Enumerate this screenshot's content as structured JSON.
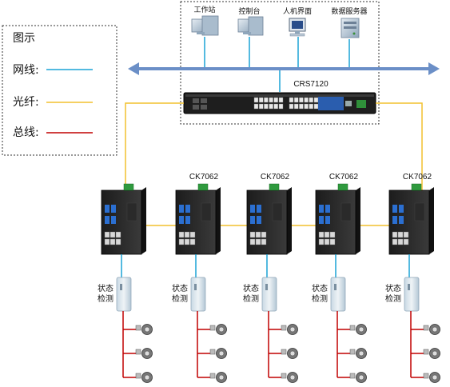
{
  "legend": {
    "title": "图示",
    "items": [
      {
        "label": "网线:",
        "color": "#1aa3d6"
      },
      {
        "label": "光纤:",
        "color": "#f2c12e"
      },
      {
        "label": "总线:",
        "color": "#c00000"
      }
    ]
  },
  "top_devices": [
    {
      "label": "工作站",
      "icon": "workstation-icon"
    },
    {
      "label": "控制台",
      "icon": "console-icon"
    },
    {
      "label": "人机界面",
      "icon": "hmi-monitor-icon"
    },
    {
      "label": "数据服务器",
      "icon": "server-icon"
    }
  ],
  "core_switch": {
    "label": "CRS7120"
  },
  "edge_switches": [
    {
      "label": ""
    },
    {
      "label": "CK7062"
    },
    {
      "label": "CK7062"
    },
    {
      "label": "CK7062"
    },
    {
      "label": "CK7062"
    }
  ],
  "detector_label": [
    "状态",
    "检测"
  ],
  "colors": {
    "ethernet": "#1aa3d6",
    "fiber": "#f2c12e",
    "bus": "#c00000",
    "backbone": "#6b8fc7"
  }
}
